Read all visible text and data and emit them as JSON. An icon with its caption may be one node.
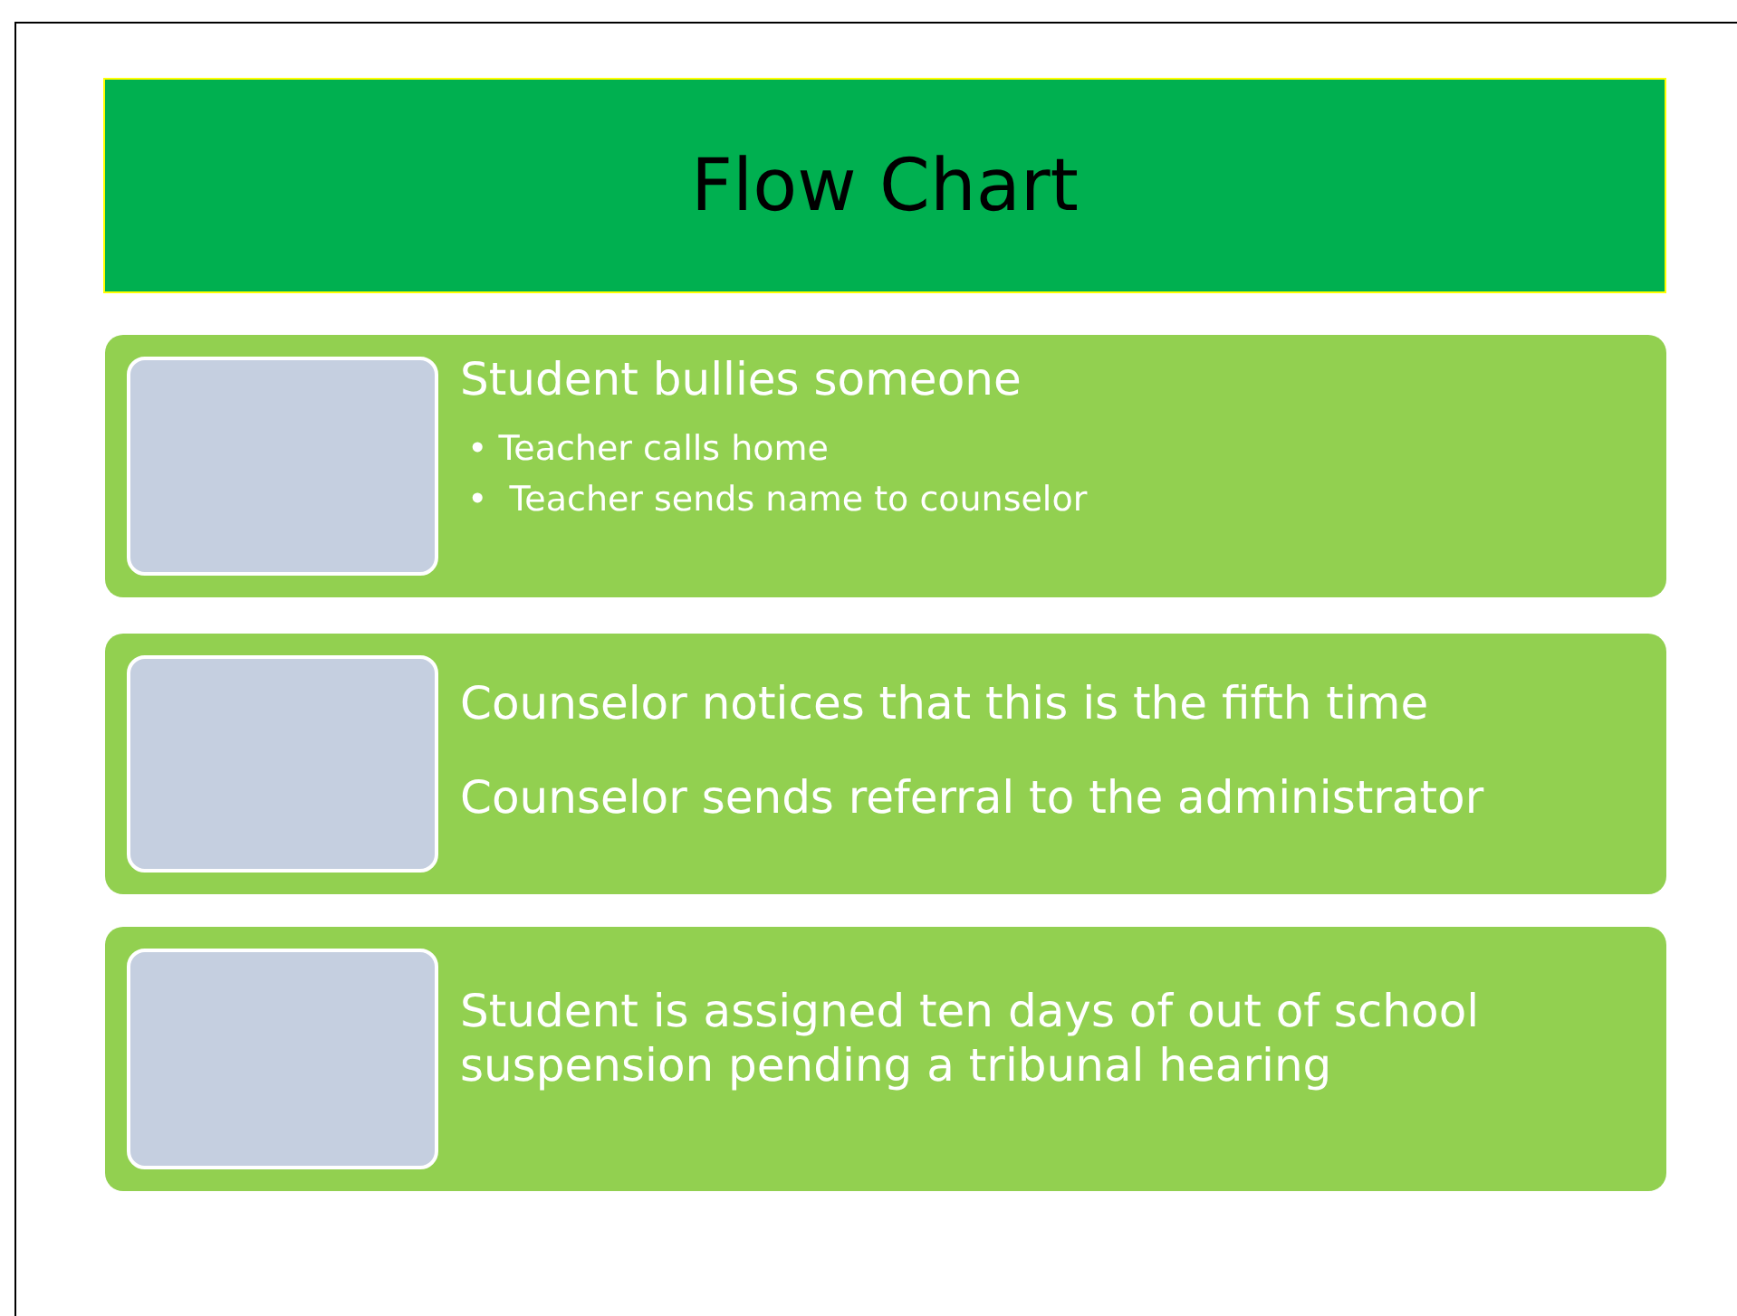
{
  "diagram": {
    "title": "Flow Chart",
    "nodes": [
      {
        "text": [
          "Student bullies someone",
          "• Teacher calls home",
          "•  Teacher sends name to counselor"
        ]
      },
      {
        "text": [],
        "shape": "box",
        "in": 0
      },
      {
        "text": [
          "Counselor notices that this is the fifth time",
          "Counselor sends referral to the administrator"
        ]
      },
      {
        "text": [],
        "shape": "box",
        "in": 2
      },
      {
        "text": [
          "Student is assigned ten days of out of school suspension pending a tribunal hearing"
        ]
      },
      {
        "text": [],
        "shape": "box",
        "in": 4
      }
    ]
  }
}
